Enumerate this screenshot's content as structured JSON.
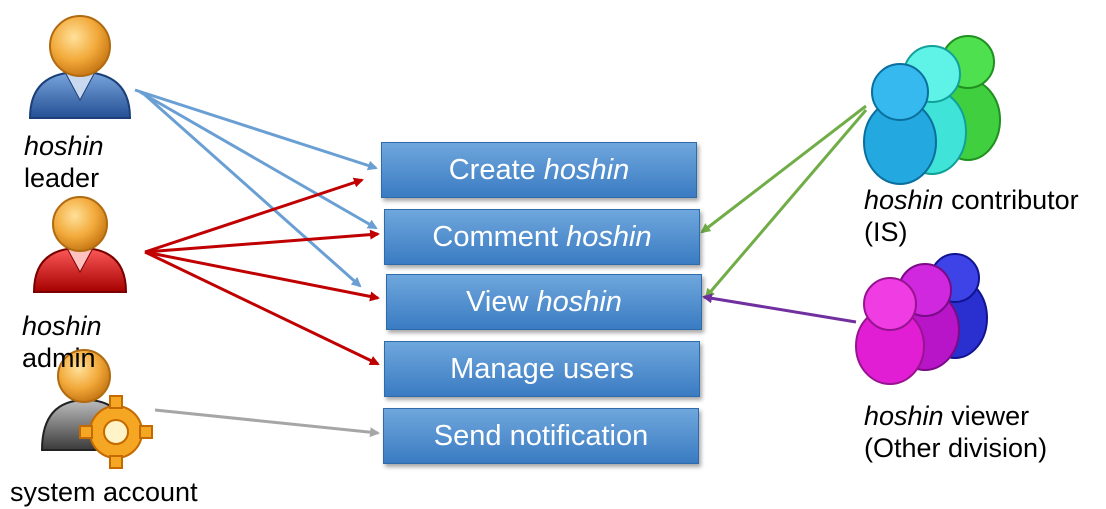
{
  "actors": {
    "leader": {
      "italic": "hoshin",
      "line2": "leader"
    },
    "admin": {
      "italic": "hoshin",
      "line2": "admin"
    },
    "system": {
      "label": "system account"
    },
    "contributor": {
      "italic": "hoshin",
      "line1_rest": "contributor",
      "line2": "(IS)"
    },
    "viewer": {
      "italic": "hoshin",
      "line1_rest": "viewer",
      "line2": "(Other division)"
    }
  },
  "use_cases": {
    "create": {
      "text": "Create",
      "italic": "hoshin"
    },
    "comment": {
      "text": "Comment",
      "italic": "hoshin"
    },
    "view": {
      "text": "View",
      "italic": "hoshin"
    },
    "manage": {
      "text": "Manage users"
    },
    "notify": {
      "text": "Send notification"
    }
  },
  "colors": {
    "leader_arrows": "#6a9fd4",
    "admin_arrows": "#c00000",
    "contributor_arrows": "#70ad47",
    "viewer_arrow": "#7030a0",
    "system_arrow": "#a6a6a6",
    "box_fill": "#4f8fd0"
  }
}
